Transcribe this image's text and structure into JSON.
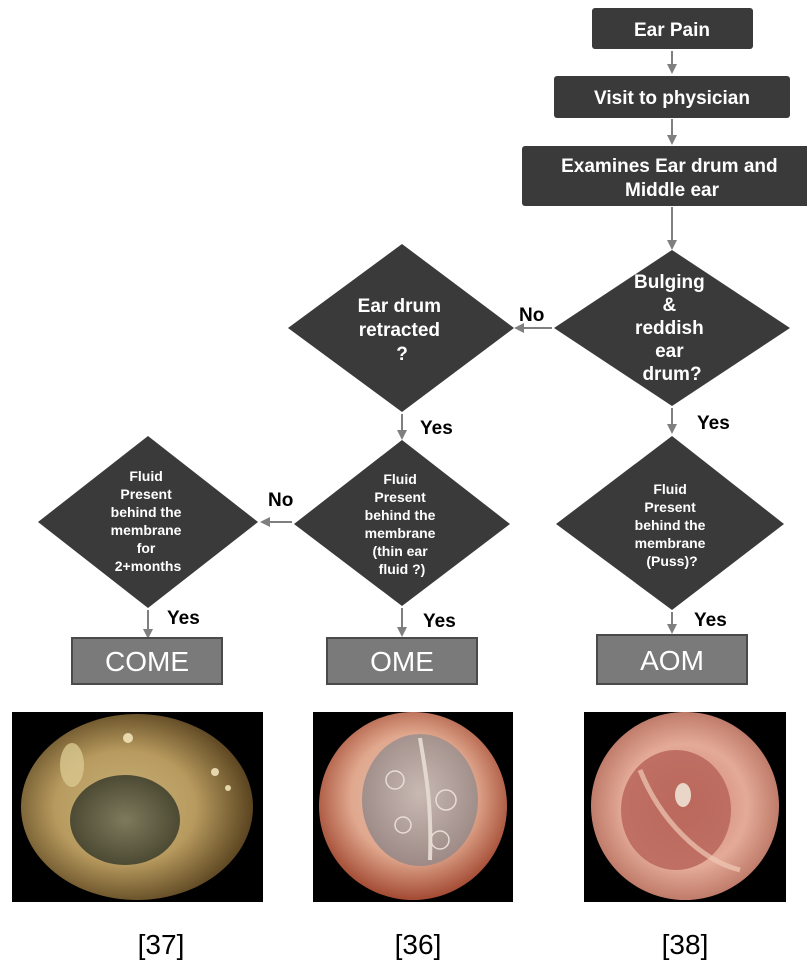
{
  "colors": {
    "node_fill": "#3a3a3a",
    "outcome_fill": "#7a7a7a",
    "arrow": "#7f7f7f"
  },
  "nodes": {
    "ear_pain": "Ear Pain",
    "visit": "Visit to physician",
    "examines": [
      "Examines Ear drum and",
      "Middle ear"
    ],
    "bulging": [
      "Bulging",
      "&",
      "reddish",
      "ear",
      "drum?"
    ],
    "retracted": [
      "Ear drum",
      "retracted",
      "?"
    ],
    "fluid_aom": [
      "Fluid",
      "Present",
      "behind the",
      "membrane",
      "(Puss)?"
    ],
    "fluid_ome": [
      "Fluid",
      "Present",
      "behind the",
      "membrane",
      "(thin ear",
      "fluid ?)"
    ],
    "fluid_come": [
      "Fluid",
      "Present",
      "behind the",
      "membrane",
      "for",
      "2+months"
    ]
  },
  "edge_labels": {
    "no_bulging": "No",
    "yes_bulging": "Yes",
    "yes_retracted": "Yes",
    "no_ome": "No",
    "yes_ome": "Yes",
    "yes_come": "Yes",
    "yes_aom": "Yes"
  },
  "outcomes": {
    "come": "COME",
    "ome": "OME",
    "aom": "AOM"
  },
  "images": {
    "come": "ear drum with chronic otitis media effusion",
    "ome": "ear drum with otitis media with effusion",
    "aom": "ear drum with acute otitis media"
  },
  "references": {
    "come": "[37]",
    "ome": "[36]",
    "aom": "[38]"
  }
}
